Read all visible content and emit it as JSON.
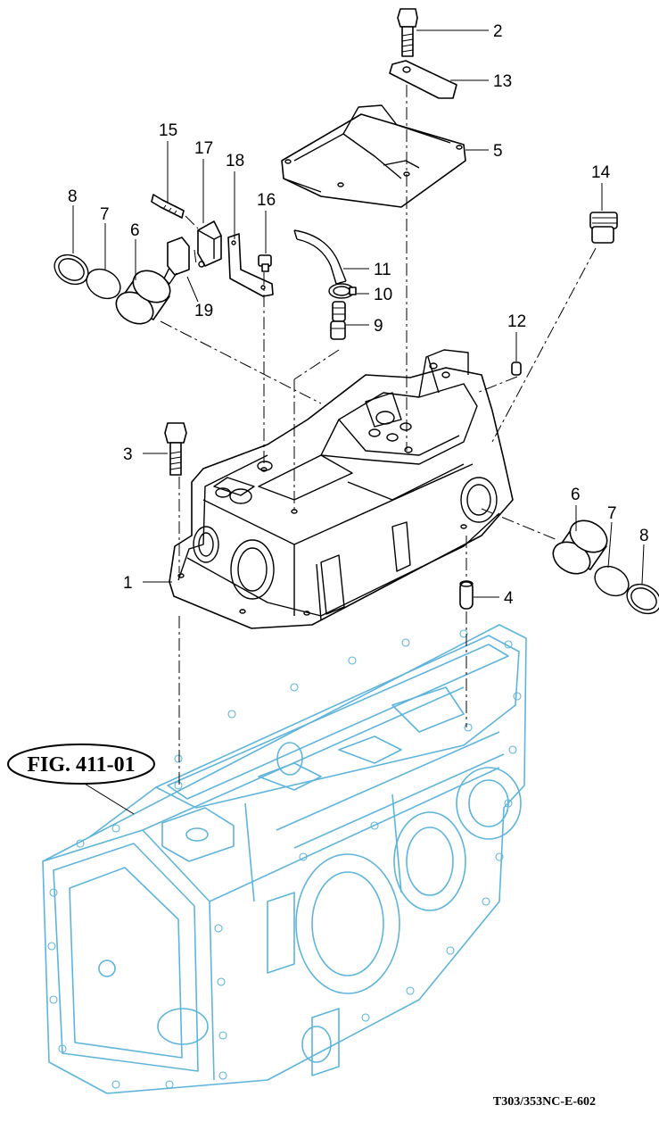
{
  "figure_reference": "FIG. 411-01",
  "drawing_code": "T303/353NC-E-602",
  "callouts": {
    "c1": "1",
    "c2": "2",
    "c3": "3",
    "c4": "4",
    "c5": "5",
    "c6a": "6",
    "c6b": "6",
    "c7a": "7",
    "c7b": "7",
    "c8a": "8",
    "c8b": "8",
    "c9": "9",
    "c10": "10",
    "c11": "11",
    "c12": "12",
    "c13": "13",
    "c14": "14",
    "c15": "15",
    "c16": "16",
    "c17": "17",
    "c18": "18",
    "c19": "19"
  },
  "colors": {
    "ghost_housing": "#5fb4dc",
    "parts": "#000000"
  }
}
